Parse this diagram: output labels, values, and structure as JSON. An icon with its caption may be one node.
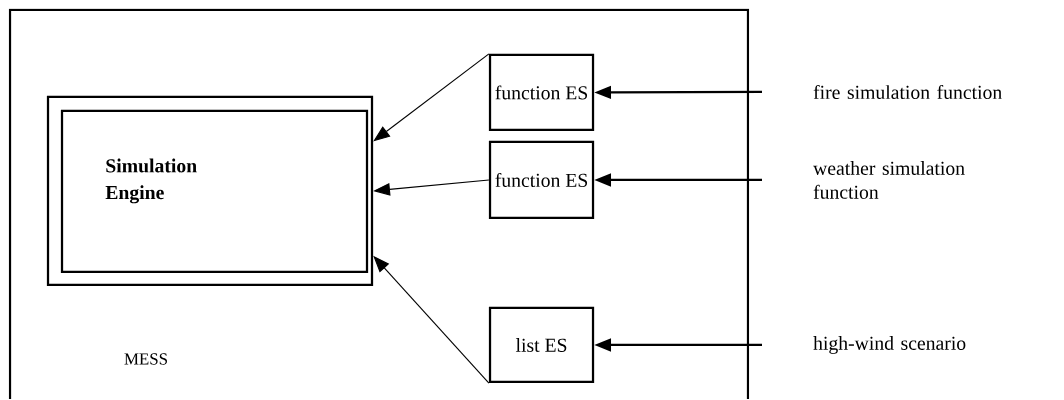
{
  "diagram": {
    "nodes": [
      {
        "text": [
          "MESS"
        ]
      },
      {
        "text": [
          "Simulation Engine"
        ],
        "in": 0
      },
      {
        "text": [
          "function ES"
        ],
        "in": 0
      },
      {
        "text": [
          "function ES"
        ],
        "in": 0
      },
      {
        "text": [
          "list ES"
        ],
        "in": 0
      },
      {
        "text": [
          "fire simulation function"
        ]
      },
      {
        "text": [
          "weather simulation function"
        ]
      },
      {
        "text": [
          "high-wind scenario"
        ]
      }
    ],
    "edges": [
      {
        "from": 5,
        "to": 2,
        "arrow": "to"
      },
      {
        "from": 6,
        "to": 3,
        "arrow": "to"
      },
      {
        "from": 7,
        "to": 4,
        "arrow": "to"
      },
      {
        "from": 2,
        "to": 1,
        "arrow": "to"
      },
      {
        "from": 3,
        "to": 1,
        "arrow": "to"
      },
      {
        "from": 4,
        "to": 1,
        "arrow": "to"
      }
    ]
  }
}
